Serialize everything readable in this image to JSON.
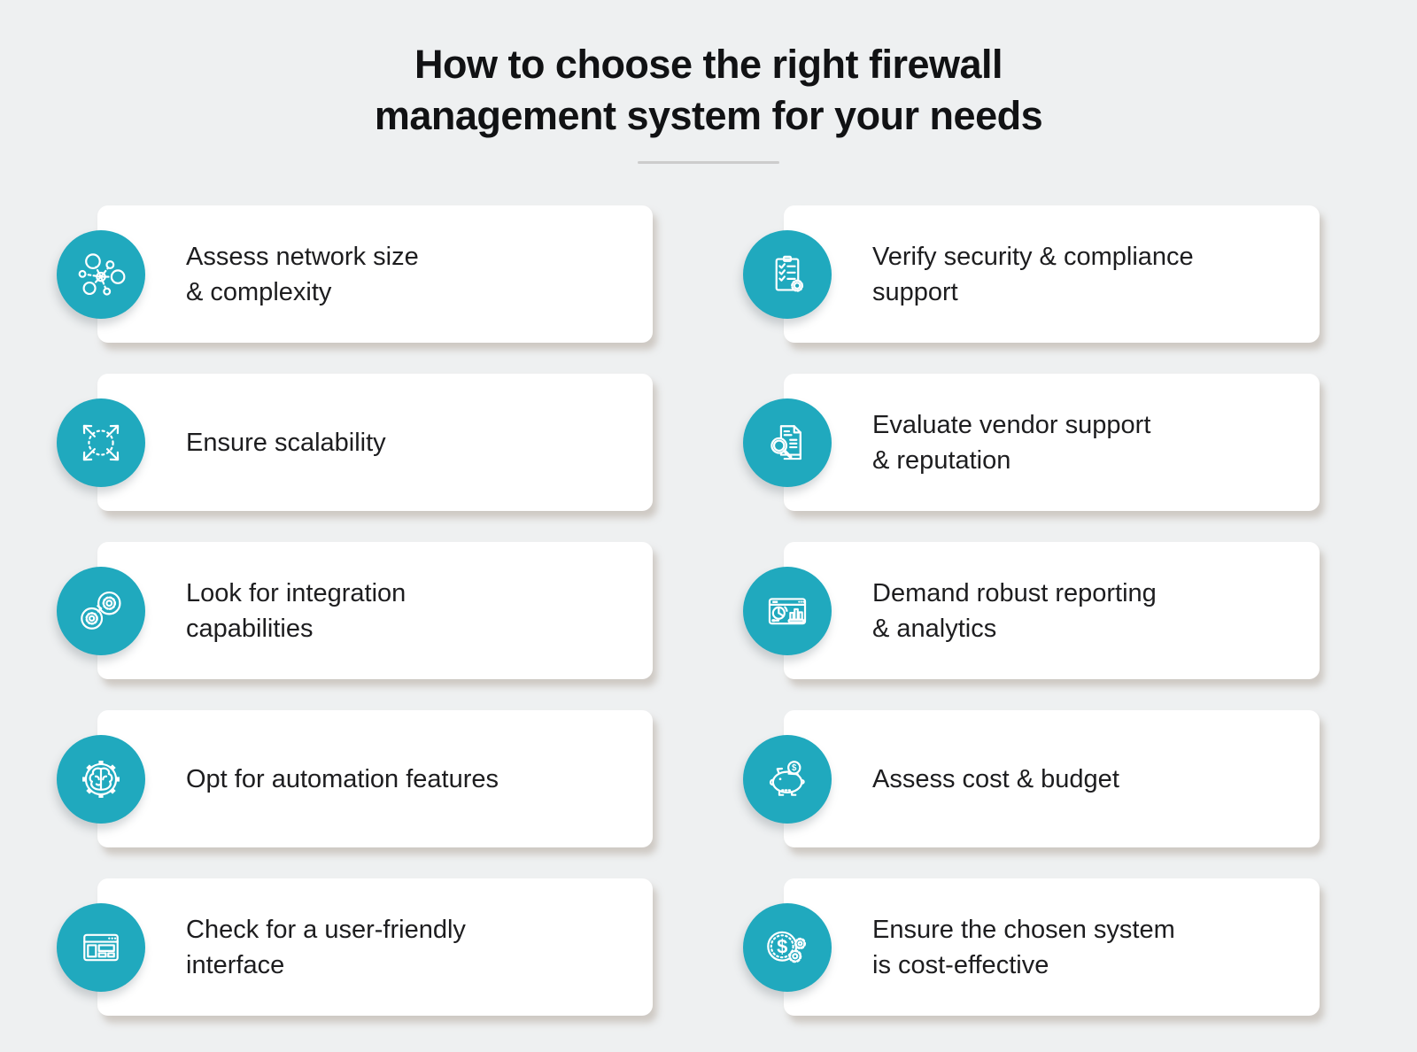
{
  "colors": {
    "accent": "#20a9be",
    "background": "#eef0f1",
    "card_background": "#ffffff",
    "title_text": "#111214",
    "card_text": "#1d1d1f",
    "divider": "#cccccc"
  },
  "title": {
    "line1": "How to choose the right firewall",
    "line2": "management system for your needs"
  },
  "cards": {
    "left": [
      {
        "icon": "network-icon",
        "line1": "Assess network size",
        "line2": "& complexity"
      },
      {
        "icon": "scale-arrows-icon",
        "line1": "Ensure scalability",
        "line2": ""
      },
      {
        "icon": "integration-gears-icon",
        "line1": "Look for integration",
        "line2": "capabilities"
      },
      {
        "icon": "automation-brain-gear-icon",
        "line1": "Opt for automation features",
        "line2": ""
      },
      {
        "icon": "browser-window-icon",
        "line1": "Check for a user-friendly",
        "line2": "interface"
      }
    ],
    "right": [
      {
        "icon": "compliance-clipboard-icon",
        "line1": "Verify security & compliance",
        "line2": "support"
      },
      {
        "icon": "document-search-icon",
        "line1": "Evaluate vendor support",
        "line2": "& reputation"
      },
      {
        "icon": "analytics-dashboard-icon",
        "line1": "Demand robust reporting",
        "line2": "& analytics"
      },
      {
        "icon": "piggy-bank-icon",
        "line1": "Assess cost & budget",
        "line2": ""
      },
      {
        "icon": "dollar-gears-icon",
        "line1": "Ensure the chosen system",
        "line2": "is cost-effective"
      }
    ]
  }
}
